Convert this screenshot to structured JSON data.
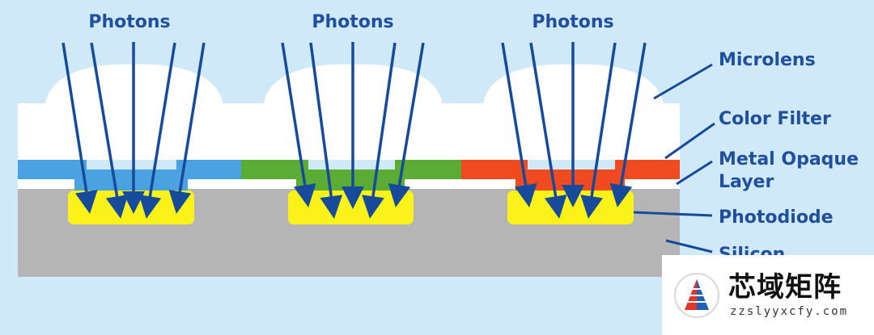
{
  "photons_labels": [
    "Photons",
    "Photons",
    "Photons"
  ],
  "layer_labels": {
    "microlens": "Microlens",
    "color_filter": "Color Filter",
    "metal_opaque_line1": "Metal Opaque",
    "metal_opaque_line2": "Layer",
    "photodiode": "Photodiode",
    "silicon": "Silicon"
  },
  "filter_colors": [
    "#4aa3e0",
    "#5aac35",
    "#f04a21"
  ],
  "colors": {
    "background": "#cfe9f8",
    "photodiode": "#fbf21a",
    "silicon": "#b5b5b5",
    "arrow": "#164a9b",
    "text": "#1f4f9e"
  },
  "watermark": {
    "title": "芯域矩阵",
    "url": "zzslyyxcfy.com"
  }
}
